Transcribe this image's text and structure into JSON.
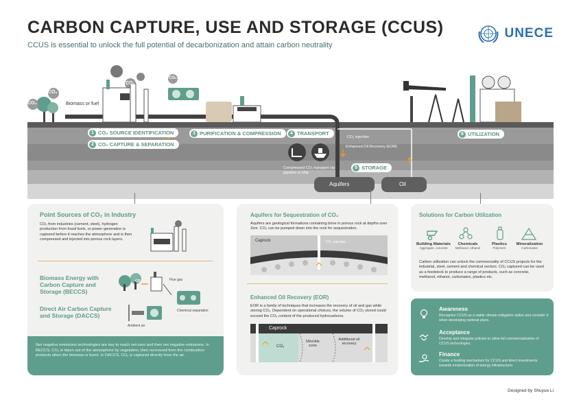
{
  "header": {
    "title": "CARBON CAPTURE, USE AND STORAGE (CCUS)",
    "subtitle": "CCUS is essential to unlock the full potential of decarbonization and attain carbon neutrality",
    "brand": "UNECE"
  },
  "scene": {
    "co2_labels": [
      "CO₂",
      "CO₂",
      "CO₂",
      "CO₂"
    ],
    "biomass_label": "Biomass or fuel",
    "steps": [
      {
        "num": "1",
        "label": "CO₂ SOURCE IDENTIFICATION"
      },
      {
        "num": "2",
        "label": "CO₂ CAPTURE & SEPARATION"
      },
      {
        "num": "3",
        "label": "PURIFICATION & COMPRESSION"
      },
      {
        "num": "4",
        "label": "TRANSPORT"
      },
      {
        "num": "5",
        "label": "STORAGE"
      },
      {
        "num": "6",
        "label": "UTILIZATION"
      }
    ],
    "co2_injection": "CO₂ injection",
    "eor": "Enhanced Oil Recovery (EOR)",
    "transport_note": "Compressed CO₂ transport via pipeline or ship",
    "aquifers": "Aquifers",
    "oil": "Oil"
  },
  "left_panel": {
    "point_sources_title": "Point Sources of CO₂ in Industry",
    "point_sources_text": "CO₂ from industries (cement, steel), hydrogen production from fossil fuels, or power generation is captured before it reaches the atmosphere and is then compressed and injected into porous rock layers.",
    "beccs_title": "Biomass Energy with Carbon Capture and Storage (BECCS)",
    "flue_gas": "Flue gas",
    "daccs_title": "Direct Air Carbon Capture and Storage (DACCS)",
    "chemical_separation": "Chemical separation",
    "ambient_air": "Ambient air",
    "co2_small": "CO₂",
    "footer": "Net negative emissions technologies are key to reach net-zero and then net negative emissions. In BECCS, CO₂ is taken out of the atmosphere by vegetation, then recovered from the combustion products when the biomass is burnt. In DACCS, CO₂ is captured directly from the air."
  },
  "middle_panel": {
    "aquifers_title": "Aquifers for Sequestration of CO₂",
    "aquifers_text": "Aquifers are geological formations containing brine in porous rock at depths over 1km. CO₂ can be pumped down into the rock for sequestration.",
    "caprock": "Caprock",
    "co2_injection": "CO₂ injection",
    "eor_title": "Enhanced Oil Recovery (EOR)",
    "eor_text": "EOR is a family of techniques that increases the recovery of oil and gas while storing CO₂. Dependent on operational choices, the volume of CO₂ stored could exceed the CO₂ content of the produced hydrocarbons.",
    "co2": "CO₂",
    "miscible_zone": "Miscible zone",
    "additional_oil": "Additional oil recovery"
  },
  "right_panel": {
    "title": "Solutions for Carbon Utilization",
    "items": [
      {
        "name": "Building Materials",
        "sub": "Aggregate, concrete"
      },
      {
        "name": "Chemicals",
        "sub": "Methanol, ethanol"
      },
      {
        "name": "Plastics",
        "sub": "Polymers"
      },
      {
        "name": "Mineralization",
        "sub": "Carbonates"
      }
    ],
    "text": "Carbon utilization can unlock the commerciality of CCUS projects for the industrial, steel, cement and chemical sectors. CO₂ captured can be used as a feedstock to produce a range of products, such as concrete, methanol, ethanol, carbonates, plastics etc."
  },
  "policy": [
    {
      "title": "Awareness",
      "text": "Recognise CCUS as a viable climate mitigation option and consider it when developing national plans."
    },
    {
      "title": "Acceptance",
      "text": "Develop and integrate policies to allow full commercialisation of CCUS technologies."
    },
    {
      "title": "Finance",
      "text": "Create a funding mechanism for CCUS and direct investments towards modernization of energy infrastructure."
    }
  ],
  "credit": "Designed by Shuyue Li",
  "colors": {
    "green": "#5f9e8c",
    "panel": "#f1f1ef",
    "ground": "#8f8f8f",
    "dark": "#404040",
    "accent": "#f0a020",
    "brand": "#2a6fb5"
  }
}
